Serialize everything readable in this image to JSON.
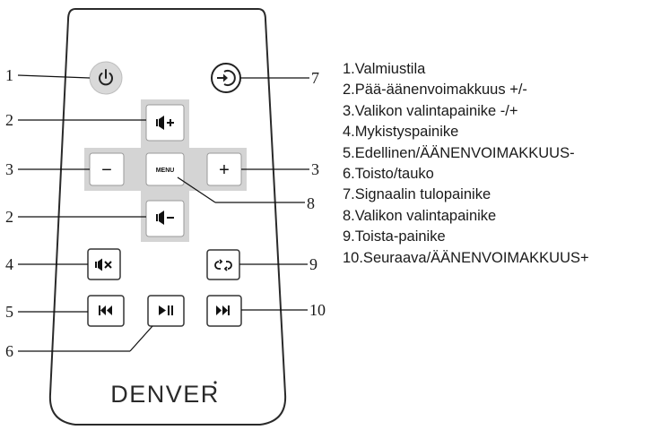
{
  "remote": {
    "brand": "DENVER",
    "keys": {
      "minus": "−",
      "plus": "+",
      "menu": "MENU"
    }
  },
  "callouts": {
    "standby": "1",
    "main_volume_a": "2",
    "menu_select_left": "3",
    "main_volume_b": "2",
    "mute": "4",
    "previous": "5",
    "play_pause": "6",
    "input": "7",
    "menu": "8",
    "menu_select_right": "3",
    "repeat": "9",
    "next": "10"
  },
  "legend": [
    "1.Valmiustila",
    "2.Pää-äänenvoimakkuus +/-",
    "3.Valikon valintapainike -/+",
    "4.Mykistyspainike",
    "5.Edellinen/ÄÄNENVOIMAKKUUS-",
    "6.Toisto/tauko",
    "7.Signaalin tulopainike",
    "8.Valikon valintapainike",
    "9.Toista-painike",
    "10.Seuraava/ÄÄNENVOIMAKKUUS+"
  ]
}
